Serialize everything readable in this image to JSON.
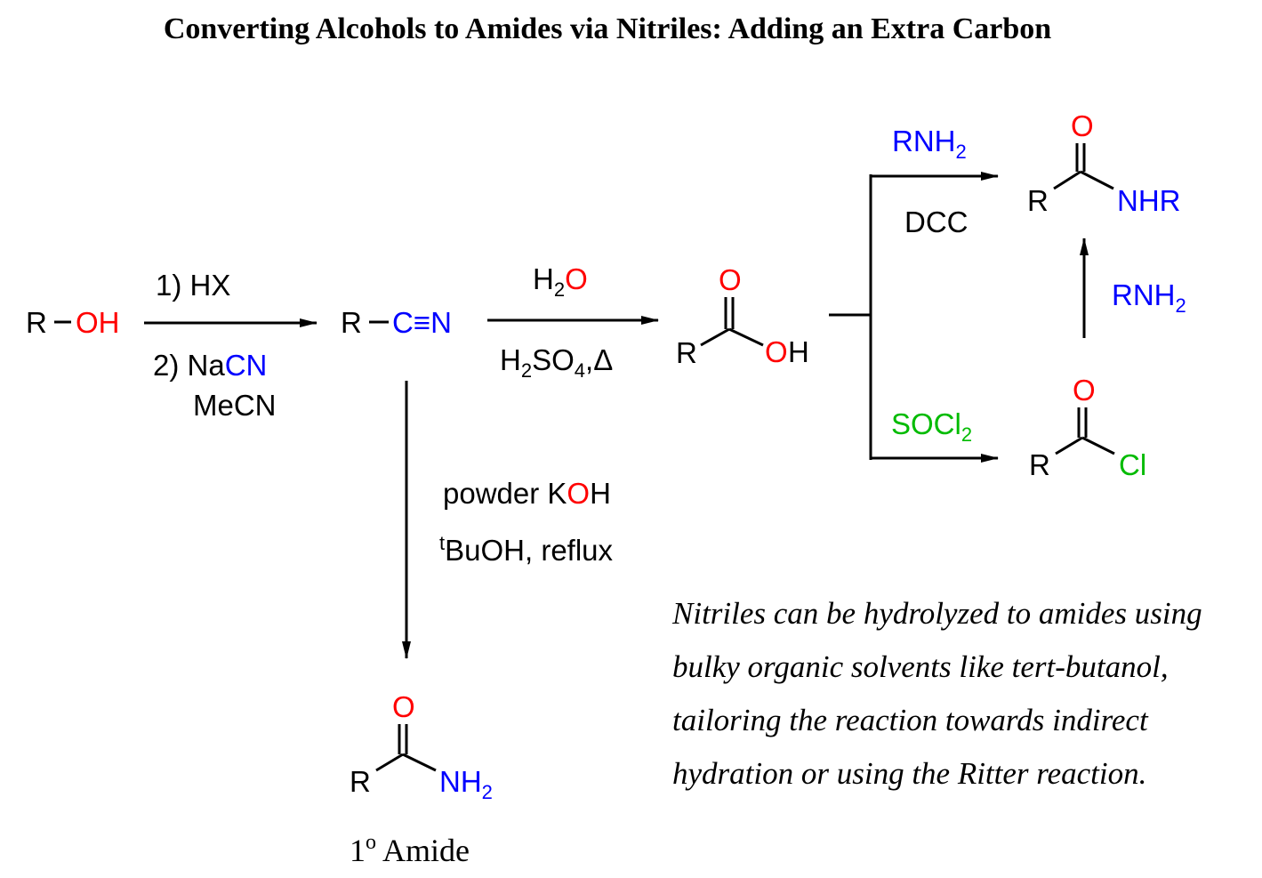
{
  "title": "Converting Alcohols to Amides via Nitriles: Adding an Extra Carbon",
  "colors": {
    "red": "#ff0000",
    "blue": "#0000ff",
    "green": "#00bb00",
    "black": "#000000"
  },
  "atoms": {
    "R": "R",
    "O": "O",
    "OH": "OH",
    "dash": "−",
    "C": "C",
    "N": "N",
    "triple": "≡",
    "H": "H",
    "NH": "NH",
    "sub2": "2",
    "sub4": "4",
    "t": "t",
    "Cl": "Cl",
    "NHR": "NHR"
  },
  "step1": {
    "line1": "1) HX",
    "line2_prefix": "2) Na",
    "line2_cn": "CN",
    "line3": "MeCN"
  },
  "step2": {
    "above_h": "H",
    "above_o": "O",
    "below_h": "H",
    "below_so": "SO",
    "below_tail": ",Δ"
  },
  "step3": {
    "prefix": "powder K",
    "o": "O",
    "suffix": "H",
    "line2": "BuOH, reflux"
  },
  "amine_top": {
    "reagent_prefix": "RNH",
    "reagent2": "DCC"
  },
  "amine_right": {
    "reagent_prefix": "RNH"
  },
  "socl2": {
    "text": "SOCl"
  },
  "primary_amide_caption": {
    "one": "1",
    "deg": "o",
    "word": " Amide"
  },
  "note_lines": [
    "Nitriles can be hydrolyzed to amides using",
    "bulky organic solvents like tert-butanol,",
    "tailoring the reaction towards indirect",
    "hydration or using the Ritter reaction."
  ]
}
